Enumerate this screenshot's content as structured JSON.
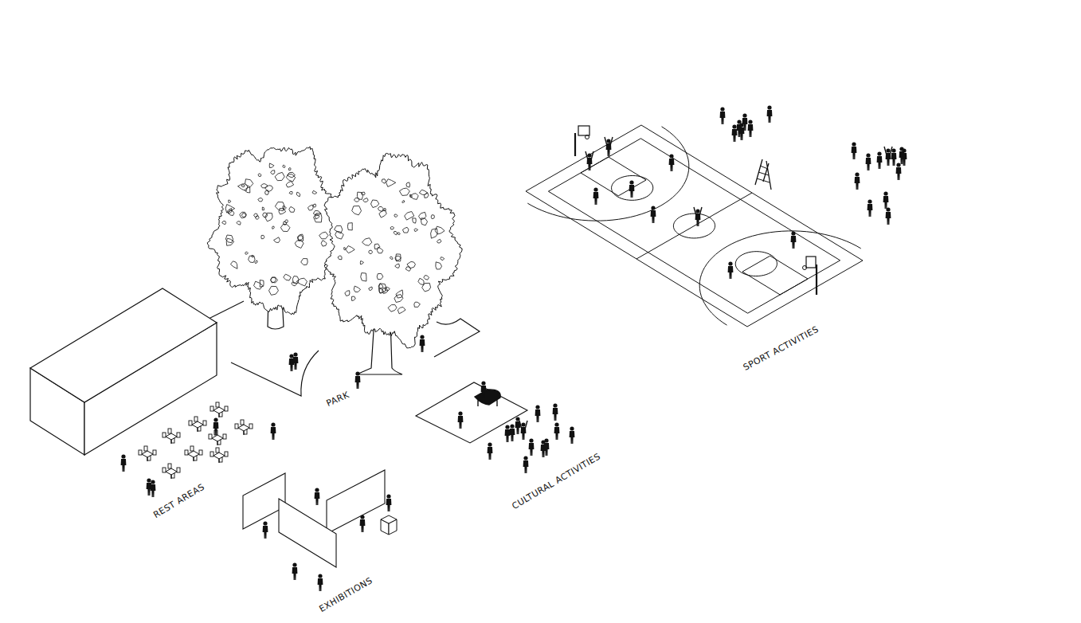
{
  "diagram": {
    "nodes": [
      {
        "text": [
          "REST AREAS"
        ]
      },
      {
        "text": [
          "EXHIBITIONS"
        ]
      },
      {
        "text": [
          "PARK"
        ]
      },
      {
        "text": [
          "CULTURAL ACTIVITIES"
        ]
      },
      {
        "text": [
          "SPORT ACTIVITIES"
        ]
      }
    ]
  }
}
